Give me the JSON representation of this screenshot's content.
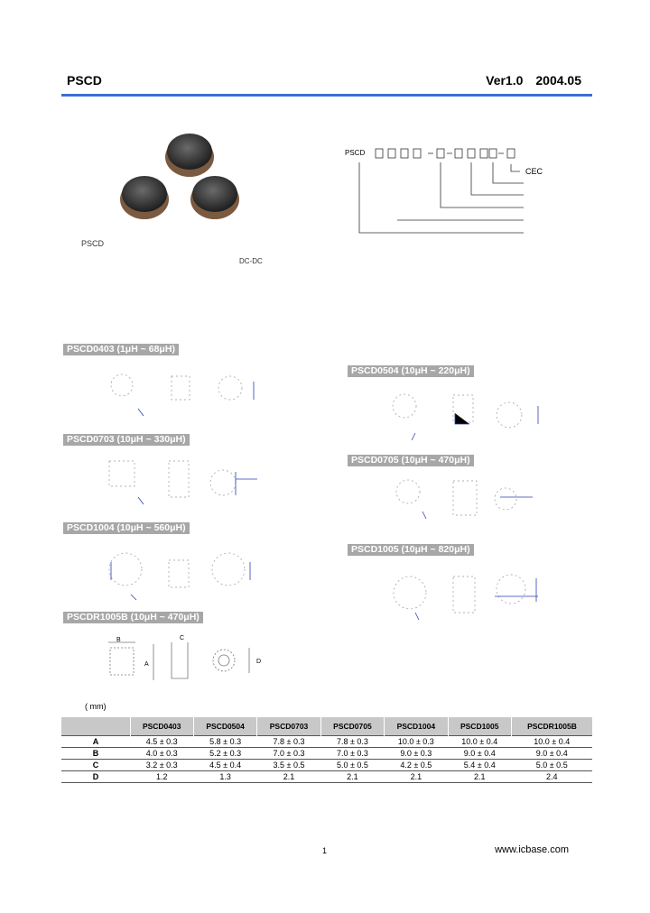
{
  "header": {
    "brand": "PSCD",
    "version": "Ver1.0",
    "date": "2004.05"
  },
  "part_number": {
    "prefix": "PSCD",
    "labels": [
      "CEC",
      "",
      "",
      "",
      "",
      ""
    ]
  },
  "intro": {
    "line1": "PSCD",
    "line2_right": "DC-DC"
  },
  "sections": [
    {
      "id": "pscd0403",
      "label": "PSCD0403 (1μH ~ 68μH)"
    },
    {
      "id": "pscd0504",
      "label": "PSCD0504 (10μH ~ 220μH)"
    },
    {
      "id": "pscd0703",
      "label": "PSCD0703 (10μH ~ 330μH)"
    },
    {
      "id": "pscd0705",
      "label": "PSCD0705 (10μH ~ 470μH)"
    },
    {
      "id": "pscd1004",
      "label": "PSCD1004 (10μH ~ 560μH)"
    },
    {
      "id": "pscd1005",
      "label": "PSCD1005 (10μH ~ 820μH)"
    },
    {
      "id": "pscdr1005b",
      "label": "PSCDR1005B (10μH ~ 470μH)"
    }
  ],
  "drawing_letters": {
    "a": "A",
    "b": "B",
    "c": "C",
    "d": "D"
  },
  "table": {
    "caption": "( mm)",
    "columns": [
      "PSCD0403",
      "PSCD0504",
      "PSCD0703",
      "PSCD0705",
      "PSCD1004",
      "PSCD1005",
      "PSCDR1005B"
    ],
    "rows": [
      {
        "label": "A",
        "values": [
          "4.5 ± 0.3",
          "5.8 ± 0.3",
          "7.8 ± 0.3",
          "7.8 ± 0.3",
          "10.0 ± 0.3",
          "10.0 ± 0.4",
          "10.0 ± 0.4"
        ]
      },
      {
        "label": "B",
        "values": [
          "4.0 ± 0.3",
          "5.2 ± 0.3",
          "7.0 ± 0.3",
          "7.0 ± 0.3",
          "9.0 ± 0.3",
          "9.0 ± 0.4",
          "9.0 ± 0.4"
        ]
      },
      {
        "label": "C",
        "values": [
          "3.2 ± 0.3",
          "4.5 ± 0.4",
          "3.5 ± 0.5",
          "5.0 ± 0.5",
          "4.2 ± 0.5",
          "5.4 ± 0.4",
          "5.0 ± 0.5"
        ]
      },
      {
        "label": "D",
        "values": [
          "1.2",
          "1.3",
          "2.1",
          "2.1",
          "2.1",
          "2.1",
          "2.4"
        ]
      }
    ]
  },
  "footer": {
    "page": "1",
    "url": "www.icbase.com"
  }
}
